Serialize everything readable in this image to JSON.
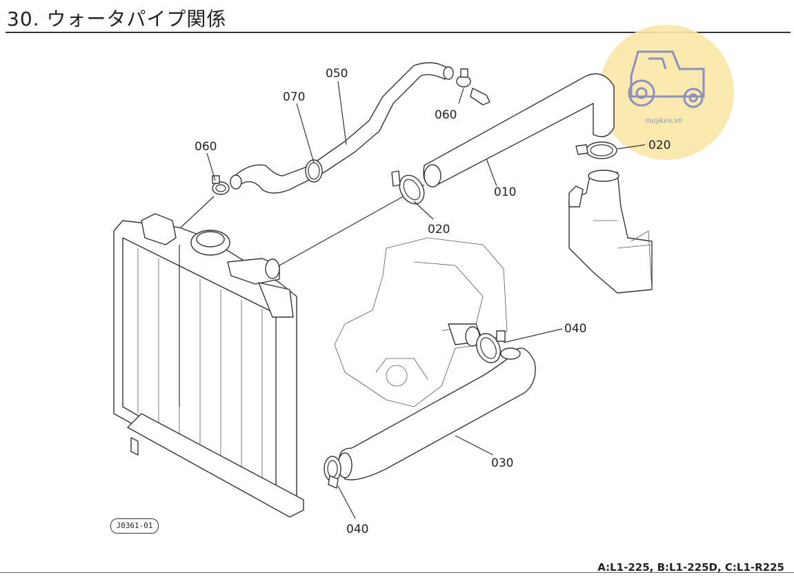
{
  "page": {
    "title": "30. ウォータパイプ関係",
    "model_note": "A:L1-225, B:L1-225D, C:L1-R225",
    "ref_code": "J0361-01"
  },
  "watermark": {
    "text": "maykeo.vn",
    "color": "#f9e7a5",
    "icon": "tractor-icon"
  },
  "callouts": {
    "c050": "050",
    "c070": "070",
    "c060_top": "060",
    "c060_left": "060",
    "c020_right": "020",
    "c010": "010",
    "c020_mid": "020",
    "c040_right": "040",
    "c030": "030",
    "c040_bottom": "040"
  }
}
